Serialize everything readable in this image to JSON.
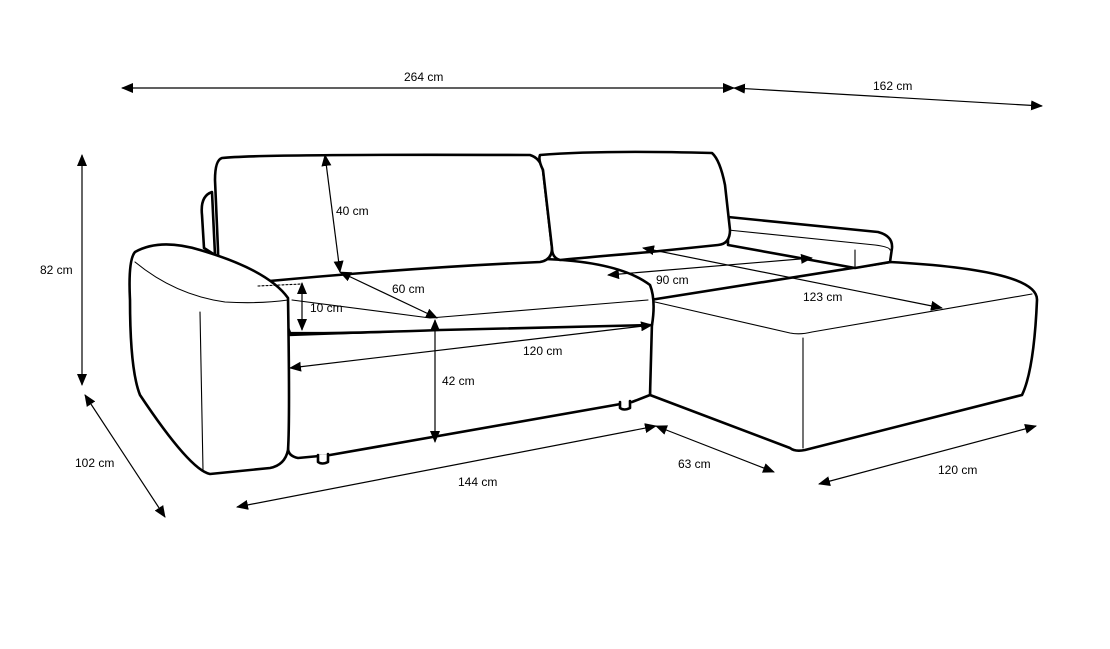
{
  "dimensions": {
    "total_width": "264 cm",
    "chaise_length": "162 cm",
    "height": "82 cm",
    "depth": "102 cm",
    "backrest_height": "40 cm",
    "seat_depth": "60 cm",
    "armrest_over_seat": "10 cm",
    "sleep_width": "120 cm",
    "seat_height": "42 cm",
    "base_width": "144 cm",
    "chaise_base": "63 cm",
    "chaise_width": "120 cm",
    "chaise_inner_width": "90 cm",
    "chaise_seat_length": "123 cm"
  },
  "colors": {
    "line": "#000000",
    "background": "#ffffff"
  }
}
